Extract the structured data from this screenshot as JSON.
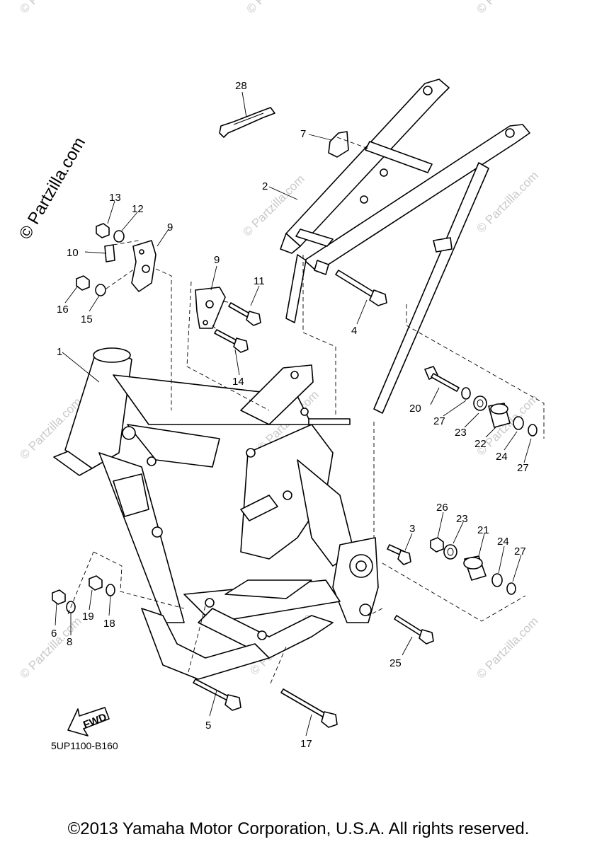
{
  "watermark": {
    "brand_vertical": "© Partzilla.com",
    "brand_small": "© Partzilla.com"
  },
  "callouts": {
    "c1": "1",
    "c2": "2",
    "c3": "3",
    "c4": "4",
    "c5": "5",
    "c6": "6",
    "c7": "7",
    "c8": "8",
    "c9a": "9",
    "c9b": "9",
    "c10": "10",
    "c11": "11",
    "c12": "12",
    "c13": "13",
    "c14": "14",
    "c15": "15",
    "c16": "16",
    "c17": "17",
    "c18": "18",
    "c19": "19",
    "c20": "20",
    "c21": "21",
    "c22": "22",
    "c23a": "23",
    "c23b": "23",
    "c24a": "24",
    "c24b": "24",
    "c25": "25",
    "c26": "26",
    "c27a": "27",
    "c27b": "27",
    "c27c": "27",
    "c28": "28"
  },
  "fwd_label": "FWD",
  "diagram_code": "5UP1100-B160",
  "copyright": "©2013 Yamaha Motor Corporation, U.S.A. All rights reserved."
}
